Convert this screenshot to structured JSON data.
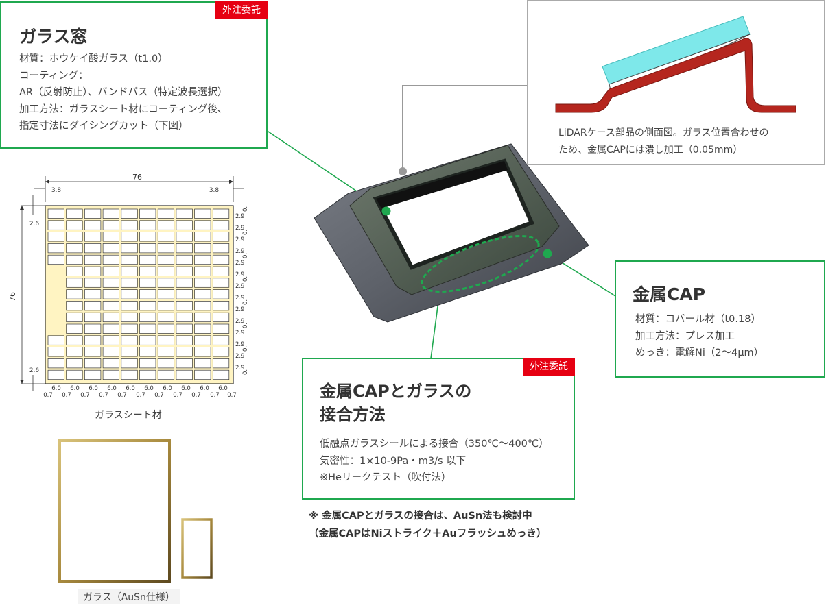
{
  "glass_window": {
    "title": "ガラス窓",
    "badge": "外注委託",
    "lines": [
      "材質：ホウケイ酸ガラス（t1.0）",
      "コーティング：",
      "AR（反射防止）、バンドパス（特定波長選択）",
      "加工方法：ガラスシート材にコーティング後、",
      "指定寸法にダイシングカット（下図）"
    ]
  },
  "lidar": {
    "lines": [
      "LiDARケース部品の側面図。ガラス位置合わせの",
      "ため、金属CAPには潰し加工（0.05mm）"
    ]
  },
  "metal_cap": {
    "title": "金属CAP",
    "lines": [
      "材質：コバール材（t0.18）",
      "加工方法：プレス加工",
      "めっき：電解Ni（2〜4μm）"
    ]
  },
  "joining": {
    "title_line1": "金属CAPとガラスの",
    "title_line2": "接合方法",
    "badge": "外注委託",
    "lines": [
      "低融点ガラスシールによる接合（350℃〜400℃）",
      "気密性：1×10-9Pa・m3/s 以下",
      "※Heリークテスト（吹付法）"
    ]
  },
  "note": {
    "line1": "※ 金属CAPとガラスの接合は、AuSn法も検討中",
    "line2": "（金属CAPはNiストライク＋Auフラッシュめっき）"
  },
  "drawing": {
    "width_label": "76",
    "height_label": "76",
    "margin_left": "3.8",
    "margin_right": "3.8",
    "top_gap": "2.6",
    "bottom_gap": "2.6",
    "cell_h": "2.9",
    "cell_w": "6.0",
    "gap": "0.7",
    "row_gap_label": "0.",
    "caption": "ガラスシート材"
  },
  "frames_caption": "ガラス（AuSn仕様）",
  "colors": {
    "green": "#1fa84f",
    "red": "#e60012",
    "cap_red": "#b5261e",
    "glass": "#7ee8ea",
    "sheet": "#fff4c2"
  }
}
